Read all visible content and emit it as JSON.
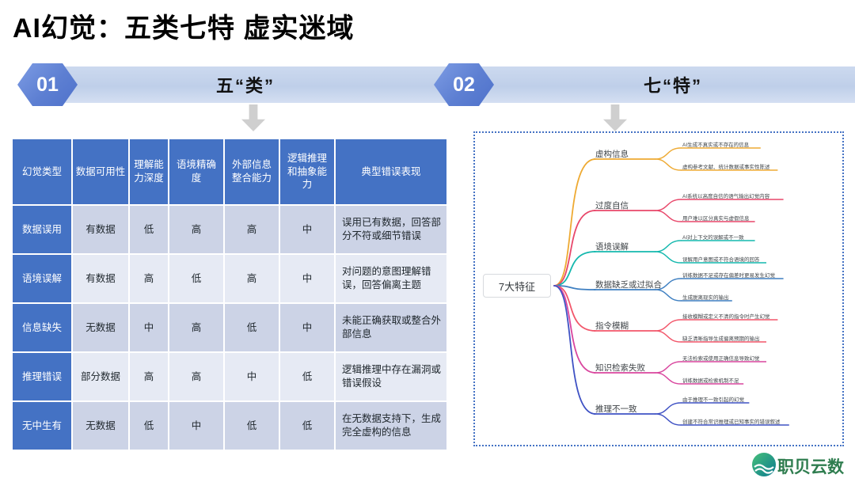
{
  "page": {
    "title": "AI幻觉：五类七特 虚实迷域",
    "brand": {
      "name": "职贝云数",
      "color": "#2f7d4f",
      "icon": "wave-globe-logo"
    }
  },
  "sections": [
    {
      "number": "01",
      "label": "五“类”"
    },
    {
      "number": "02",
      "label": "七“特”"
    }
  ],
  "table": {
    "headers": [
      "幻觉类型",
      "数据可用性",
      "理解能力深度",
      "语境精确度",
      "外部信息整合能力",
      "逻辑推理和抽象能力",
      "典型错误表现"
    ],
    "rows": [
      {
        "type": "数据误用",
        "availability": "有数据",
        "comprehension": "低",
        "context": "高",
        "external": "高",
        "reasoning": "中",
        "error": "误用已有数据，回答部分不符或细节错误"
      },
      {
        "type": "语境误解",
        "availability": "有数据",
        "comprehension": "高",
        "context": "低",
        "external": "高",
        "reasoning": "中",
        "error": "对问题的意图理解错误，回答偏离主题"
      },
      {
        "type": "信息缺失",
        "availability": "无数据",
        "comprehension": "中",
        "context": "高",
        "external": "低",
        "reasoning": "中",
        "error": "未能正确获取或整合外部信息"
      },
      {
        "type": "推理错误",
        "availability": "部分数据",
        "comprehension": "高",
        "context": "高",
        "external": "中",
        "reasoning": "低",
        "error": "逻辑推理中存在漏洞或错误假设"
      },
      {
        "type": "无中生有",
        "availability": "无数据",
        "comprehension": "低",
        "context": "中",
        "external": "低",
        "reasoning": "低",
        "error": "在无数据支持下，生成完全虚构的信息"
      }
    ]
  },
  "mindmap": {
    "root": "7大特征",
    "branches": [
      {
        "label": "虚构信息",
        "color": "#eeaa33",
        "leaves": [
          "AI生成不真实或不存在的信息",
          "虚构参考文献、统计数据或事实性陈述"
        ]
      },
      {
        "label": "过度自信",
        "color": "#e8476a",
        "leaves": [
          "AI系统以高度自信的语气输出幻觉内容",
          "用户难以区分真实与虚假信息"
        ]
      },
      {
        "label": "语境误解",
        "color": "#14b8ae",
        "leaves": [
          "AI对上下文的误解或不一致",
          "误解用户意图或不符合语境的回答"
        ]
      },
      {
        "label": "数据缺乏或过拟合",
        "color": "#3e7fc1",
        "leaves": [
          "训练数据不足或存在偏差时更易发生幻觉",
          "生成脱离现实的输出"
        ]
      },
      {
        "label": "指令模糊",
        "color": "#f2566a",
        "leaves": [
          "接收模糊或定义不清的指令时产生幻觉",
          "缺乏清晰指导生成偏离预期的输出"
        ]
      },
      {
        "label": "知识检索失败",
        "color": "#d9469e",
        "leaves": [
          "无法检索或使用正确信息导致幻觉",
          "训练数据或检索机制不足"
        ]
      },
      {
        "label": "推理不一致",
        "color": "#3f52c4",
        "leaves": [
          "由于推理不一致引起的幻觉",
          "创建不符合常识推理或已知事实的错误叙述"
        ]
      }
    ]
  }
}
